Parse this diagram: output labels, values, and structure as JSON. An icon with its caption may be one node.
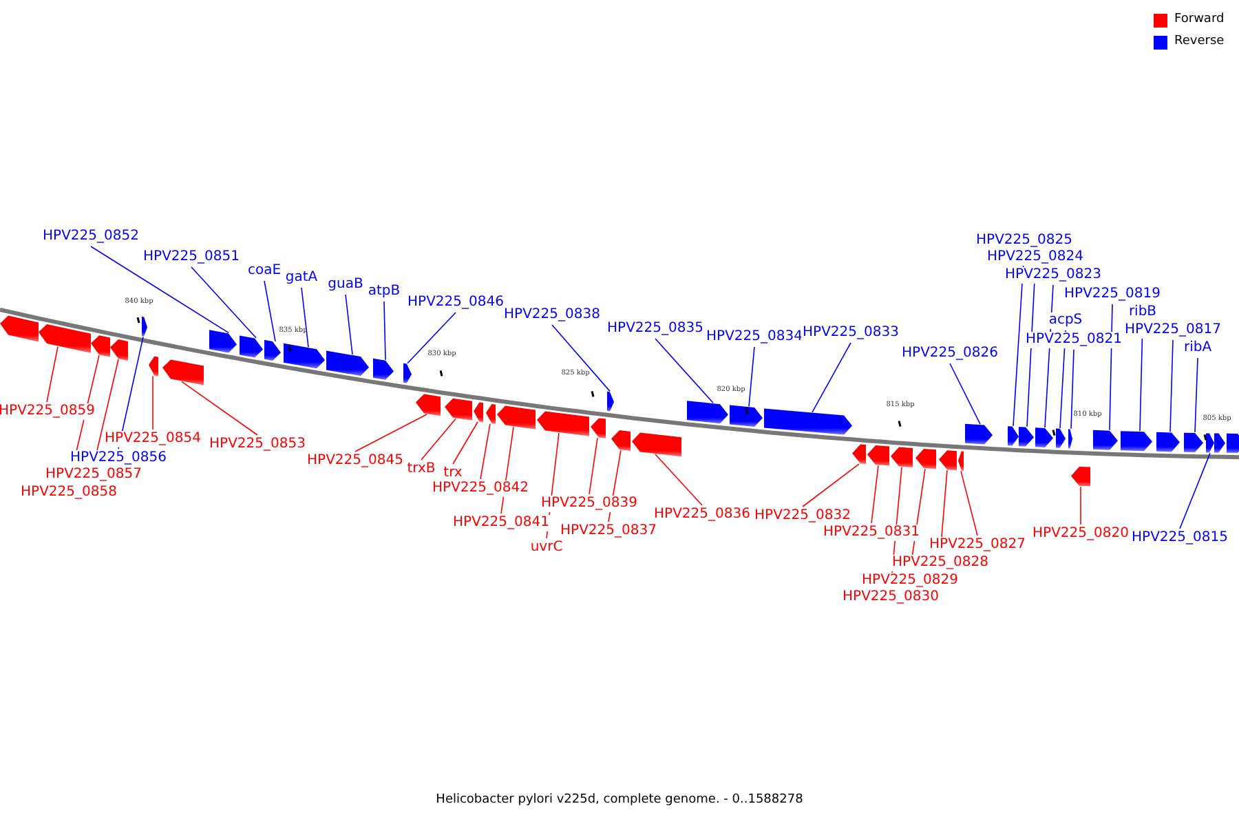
{
  "diagram": {
    "caption": "Helicobacter pylori v225d, complete genome. - 0..1588278",
    "nodes": [
      {
        "text": [
          "HPV225_0852"
        ]
      },
      {
        "text": [
          "HPV225_0851"
        ]
      },
      {
        "text": [
          "coaE"
        ]
      },
      {
        "text": [
          "gatA"
        ]
      },
      {
        "text": [
          "guaB"
        ]
      },
      {
        "text": [
          "atpB"
        ]
      },
      {
        "text": [
          "HPV225_0846"
        ]
      },
      {
        "text": [
          "HPV225_0838"
        ]
      },
      {
        "text": [
          "HPV225_0835"
        ]
      },
      {
        "text": [
          "HPV225_0834"
        ]
      },
      {
        "text": [
          "HPV225_0833"
        ]
      },
      {
        "text": [
          "HPV225_0826"
        ]
      },
      {
        "text": [
          "HPV225_0825"
        ]
      },
      {
        "text": [
          "HPV225_0824"
        ]
      },
      {
        "text": [
          "HPV225_0823"
        ]
      },
      {
        "text": [
          "HPV225_0819"
        ]
      },
      {
        "text": [
          "acpS"
        ]
      },
      {
        "text": [
          "HPV225_0821"
        ]
      },
      {
        "text": [
          "ribB"
        ]
      },
      {
        "text": [
          "HPV225_0817"
        ]
      },
      {
        "text": [
          "ribA"
        ]
      },
      {
        "text": [
          "HPV225_0859"
        ]
      },
      {
        "text": [
          "HPV225_0854"
        ]
      },
      {
        "text": [
          "HPV225_0856"
        ]
      },
      {
        "text": [
          "HPV225_0857"
        ]
      },
      {
        "text": [
          "HPV225_0858"
        ]
      },
      {
        "text": [
          "HPV225_0853"
        ]
      },
      {
        "text": [
          "HPV225_0845"
        ]
      },
      {
        "text": [
          "trxB"
        ]
      },
      {
        "text": [
          "trx"
        ]
      },
      {
        "text": [
          "HPV225_0842"
        ]
      },
      {
        "text": [
          "HPV225_0841"
        ]
      },
      {
        "text": [
          "uvrC"
        ]
      },
      {
        "text": [
          "HPV225_0839"
        ]
      },
      {
        "text": [
          "HPV225_0837"
        ]
      },
      {
        "text": [
          "HPV225_0836"
        ]
      },
      {
        "text": [
          "HPV225_0832"
        ]
      },
      {
        "text": [
          "HPV225_0831"
        ]
      },
      {
        "text": [
          "HPV225_0830"
        ]
      },
      {
        "text": [
          "HPV225_0829"
        ]
      },
      {
        "text": [
          "HPV225_0828"
        ]
      },
      {
        "text": [
          "HPV225_0827"
        ]
      },
      {
        "text": [
          "HPV225_0820"
        ]
      },
      {
        "text": [
          "HPV225_0815"
        ]
      },
      {
        "text": [],
        "shape": "arrow"
      },
      {
        "text": [],
        "shape": "arrow"
      },
      {
        "text": [],
        "shape": "arrow"
      },
      {
        "text": [],
        "shape": "arrow"
      },
      {
        "text": [],
        "shape": "arrow"
      },
      {
        "text": [],
        "shape": "arrow"
      },
      {
        "text": [],
        "shape": "arrow"
      },
      {
        "text": [],
        "shape": "arrow"
      },
      {
        "text": [],
        "shape": "arrow"
      },
      {
        "text": [],
        "shape": "arrow"
      },
      {
        "text": [],
        "shape": "arrow"
      },
      {
        "text": [],
        "shape": "arrow"
      },
      {
        "text": [],
        "shape": "arrow"
      },
      {
        "text": [],
        "shape": "arrow"
      },
      {
        "text": [],
        "shape": "arrow"
      },
      {
        "text": [],
        "shape": "arrow"
      },
      {
        "text": [],
        "shape": "arrow"
      },
      {
        "text": [],
        "shape": "arrow"
      },
      {
        "text": [],
        "shape": "arrow"
      },
      {
        "text": [],
        "shape": "arrow"
      },
      {
        "text": [],
        "shape": "arrow"
      },
      {
        "text": [],
        "shape": "arrow"
      },
      {
        "text": [],
        "shape": "arrow"
      },
      {
        "text": [],
        "shape": "arrow"
      },
      {
        "text": [],
        "shape": "arrow"
      },
      {
        "text": [],
        "shape": "arrow"
      },
      {
        "text": [],
        "shape": "arrow"
      },
      {
        "text": [],
        "shape": "arrow"
      },
      {
        "text": [],
        "shape": "arrow"
      },
      {
        "text": [],
        "shape": "arrow"
      },
      {
        "text": [],
        "shape": "arrow"
      },
      {
        "text": [],
        "shape": "arrow"
      },
      {
        "text": [],
        "shape": "arrow"
      },
      {
        "text": [],
        "shape": "arrow"
      },
      {
        "text": [],
        "shape": "arrow"
      },
      {
        "text": [],
        "shape": "arrow"
      },
      {
        "text": [],
        "shape": "arrow"
      },
      {
        "text": [],
        "shape": "arrow"
      },
      {
        "text": [],
        "shape": "arrow"
      },
      {
        "text": [],
        "shape": "arrow"
      },
      {
        "text": [],
        "shape": "arrow"
      },
      {
        "text": [],
        "shape": "arrow"
      },
      {
        "text": [],
        "shape": "arrow"
      },
      {
        "text": [],
        "shape": "arrow"
      },
      {
        "text": [],
        "shape": "arrow"
      },
      {
        "text": [],
        "shape": "arrow"
      },
      {
        "text": [],
        "shape": "arrow"
      }
    ],
    "edges": [
      {
        "from": 0,
        "to": 51,
        "arrow": "none"
      },
      {
        "from": 1,
        "to": 52,
        "arrow": "none"
      },
      {
        "from": 2,
        "to": 53,
        "arrow": "none"
      },
      {
        "from": 3,
        "to": 54,
        "arrow": "none"
      },
      {
        "from": 4,
        "to": 55,
        "arrow": "none"
      },
      {
        "from": 5,
        "to": 56,
        "arrow": "none"
      },
      {
        "from": 6,
        "to": 57,
        "arrow": "none"
      },
      {
        "from": 7,
        "to": 65,
        "arrow": "none"
      },
      {
        "from": 8,
        "to": 68,
        "arrow": "none"
      },
      {
        "from": 9,
        "to": 69,
        "arrow": "none"
      },
      {
        "from": 10,
        "to": 70,
        "arrow": "none"
      },
      {
        "from": 11,
        "to": 77,
        "arrow": "none"
      },
      {
        "from": 12,
        "to": 78,
        "arrow": "none"
      },
      {
        "from": 13,
        "to": 79,
        "arrow": "none"
      },
      {
        "from": 14,
        "to": 80,
        "arrow": "none"
      },
      {
        "from": 15,
        "to": 84,
        "arrow": "none"
      },
      {
        "from": 16,
        "to": 81,
        "arrow": "none"
      },
      {
        "from": 17,
        "to": 82,
        "arrow": "none"
      },
      {
        "from": 18,
        "to": 85,
        "arrow": "none"
      },
      {
        "from": 19,
        "to": 86,
        "arrow": "none"
      },
      {
        "from": 20,
        "to": 87,
        "arrow": "none"
      },
      {
        "from": 21,
        "to": 45,
        "arrow": "none",
        "color": "#ff0000"
      },
      {
        "from": 22,
        "to": 49,
        "arrow": "none",
        "color": "#ff0000"
      },
      {
        "from": 23,
        "to": 48,
        "arrow": "none"
      },
      {
        "from": 24,
        "to": 47,
        "arrow": "none",
        "color": "#ff0000"
      },
      {
        "from": 25,
        "to": 46,
        "arrow": "none",
        "color": "#ff0000"
      },
      {
        "from": 26,
        "to": 50,
        "arrow": "none",
        "color": "#ff0000"
      },
      {
        "from": 27,
        "to": 58,
        "arrow": "none",
        "color": "#ff0000"
      },
      {
        "from": 28,
        "to": 59,
        "arrow": "none",
        "color": "#ff0000"
      },
      {
        "from": 29,
        "to": 60,
        "arrow": "none",
        "color": "#ff0000"
      },
      {
        "from": 30,
        "to": 61,
        "arrow": "none",
        "color": "#ff0000"
      },
      {
        "from": 31,
        "to": 62,
        "arrow": "none",
        "color": "#ff0000"
      },
      {
        "from": 32,
        "to": 63,
        "arrow": "none",
        "color": "#ff0000"
      },
      {
        "from": 33,
        "to": 64,
        "arrow": "none",
        "color": "#ff0000"
      },
      {
        "from": 34,
        "to": 66,
        "arrow": "none",
        "color": "#ff0000"
      },
      {
        "from": 35,
        "to": 67,
        "arrow": "none",
        "color": "#ff0000"
      },
      {
        "from": 36,
        "to": 71,
        "arrow": "none",
        "color": "#ff0000"
      },
      {
        "from": 37,
        "to": 72,
        "arrow": "none",
        "color": "#ff0000"
      },
      {
        "from": 38,
        "to": 73,
        "arrow": "none",
        "color": "#ff0000"
      },
      {
        "from": 39,
        "to": 74,
        "arrow": "none",
        "color": "#ff0000"
      },
      {
        "from": 40,
        "to": 75,
        "arrow": "none",
        "color": "#ff0000"
      },
      {
        "from": 41,
        "to": 76,
        "arrow": "none",
        "color": "#ff0000"
      },
      {
        "from": 42,
        "to": 83,
        "arrow": "none",
        "color": "#ff0000"
      },
      {
        "from": 43,
        "to": 88,
        "arrow": "none"
      }
    ],
    "labels": [
      "840 kbp",
      "835 kbp",
      "830 kbp",
      "825 kbp",
      "820 kbp",
      "815 kbp",
      "810 kbp",
      "805 kbp"
    ],
    "legend": [
      {
        "text": "Forward",
        "color": "#ff0000"
      },
      {
        "text": "Reverse",
        "color": "#0000ff"
      }
    ]
  }
}
